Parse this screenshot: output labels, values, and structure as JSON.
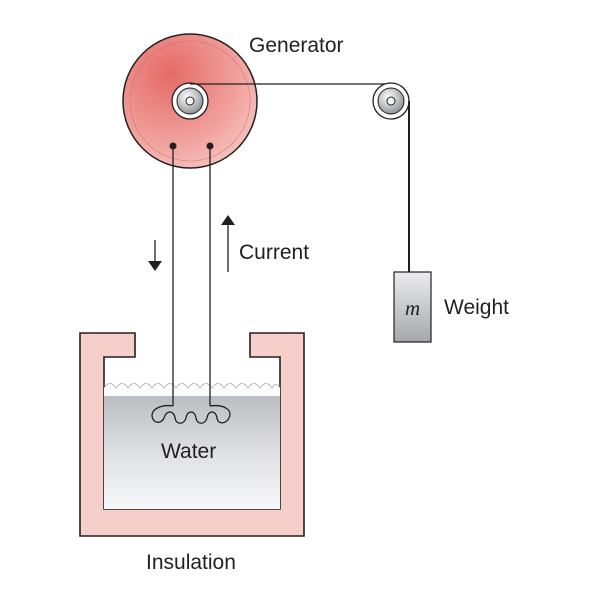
{
  "labels": {
    "generator": "Generator",
    "current": "Current",
    "weight": "Weight",
    "mass": "m",
    "water": "Water",
    "insulation": "Insulation"
  },
  "colors": {
    "generator_fill": "#ef7c78",
    "generator_highlight": "#f7c4c0",
    "insulation_fill": "#f6cfcb",
    "water_top": "#b8bcc0",
    "water_bottom": "#f4f5f6",
    "weight_top": "#e9e9ea",
    "weight_bottom": "#a9aaad",
    "line": "#231f20"
  },
  "icons": {
    "generator": "generator-disc-icon",
    "pulley": "pulley-icon",
    "heating_coil": "heating-coil-icon",
    "down_arrow": "current-down-arrow-icon",
    "up_arrow": "current-up-arrow-icon"
  }
}
